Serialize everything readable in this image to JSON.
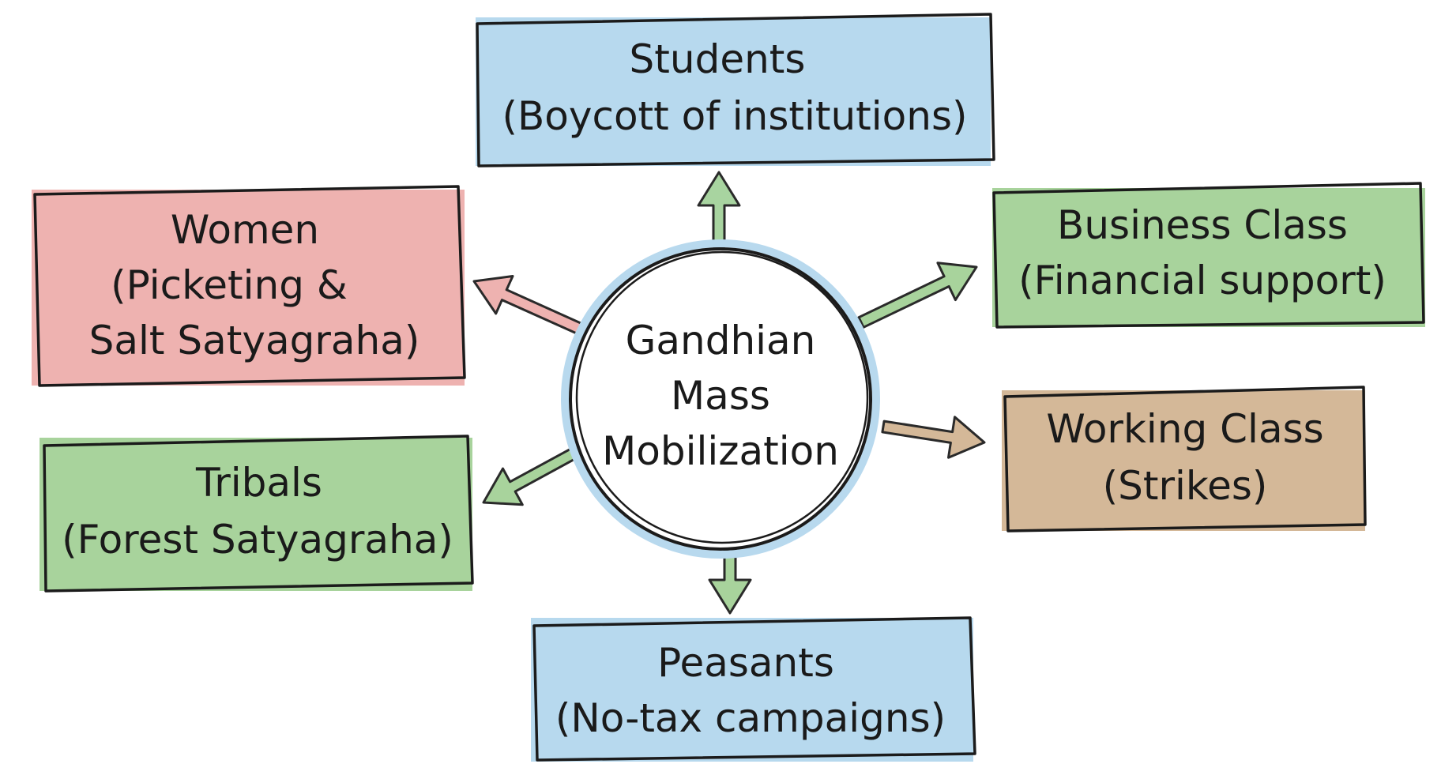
{
  "center": {
    "lines": [
      "Gandhian",
      "Mass",
      "Mobilization"
    ],
    "fill": "#ffffff",
    "halo": "#b8d9ee"
  },
  "nodes": [
    {
      "id": "students",
      "lines": [
        "Students",
        "(Boycott of institutions)"
      ],
      "fill": "#b7d9ee",
      "arrow_fill": "#a8d4a0"
    },
    {
      "id": "women",
      "lines": [
        "Women",
        "(Picketing &",
        "Salt Satyagraha)"
      ],
      "fill": "#eeb2b0",
      "arrow_fill": "#eeb2b0"
    },
    {
      "id": "business",
      "lines": [
        "Business Class",
        "(Financial support)"
      ],
      "fill": "#a8d39c",
      "arrow_fill": "#a8d39c"
    },
    {
      "id": "working",
      "lines": [
        "Working Class",
        "(Strikes)"
      ],
      "fill": "#d4b898",
      "arrow_fill": "#d4b898"
    },
    {
      "id": "tribals",
      "lines": [
        "Tribals",
        "(Forest Satyagraha)"
      ],
      "fill": "#a8d39c",
      "arrow_fill": "#a8d39c"
    },
    {
      "id": "peasants",
      "lines": [
        "Peasants",
        "(No-tax campaigns)"
      ],
      "fill": "#b7d9ee",
      "arrow_fill": "#a8d39c"
    }
  ]
}
